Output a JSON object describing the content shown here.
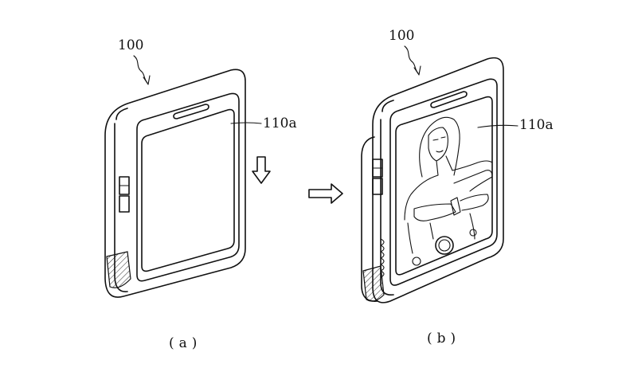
{
  "figure_a": {
    "ref_device": "100",
    "ref_screen": "110a",
    "caption": "(a)"
  },
  "figure_b": {
    "ref_device": "100",
    "ref_screen": "110a",
    "caption": "(b)"
  },
  "icons": {
    "fold_direction": "down-arrow-icon",
    "transition": "right-arrow-icon"
  },
  "colors": {
    "line": "#111111",
    "background": "#ffffff"
  }
}
